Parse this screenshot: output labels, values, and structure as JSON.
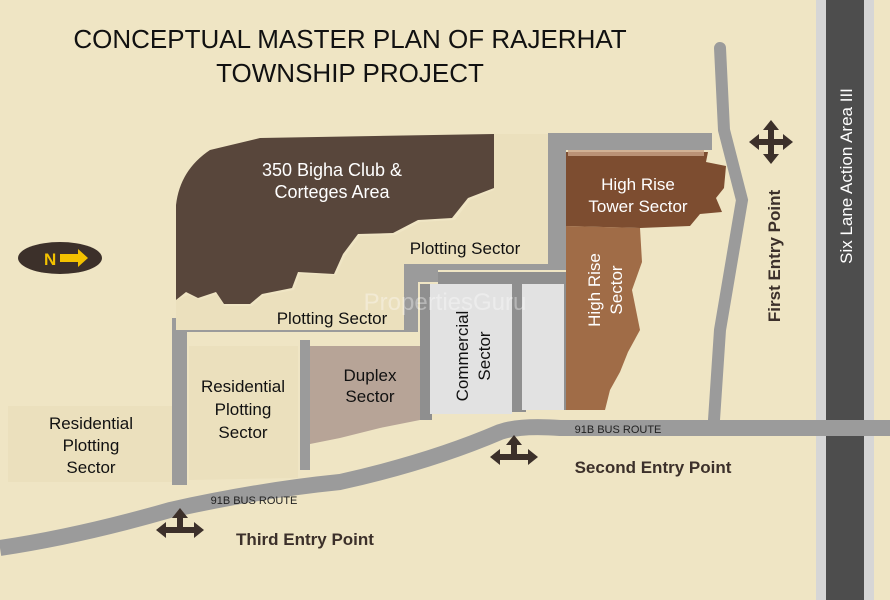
{
  "title": {
    "line1": "CONCEPTUAL MASTER PLAN OF RAJERHAT",
    "line2": "TOWNSHIP PROJECT"
  },
  "sectors": {
    "club": {
      "line1": "350 Bigha Club &",
      "line2": "Corteges Area",
      "color": "#58463b"
    },
    "plotting_upper": {
      "label": "Plotting Sector",
      "color": "#ebe0bd"
    },
    "plotting_lower": {
      "label": "Plotting Sector",
      "color": "#ebe0bd"
    },
    "high_rise_tower": {
      "line1": "High Rise",
      "line2": "Tower Sector",
      "color": "#7d4d30"
    },
    "high_rise": {
      "line1": "High Rise",
      "line2": "Sector",
      "color": "#a06c47"
    },
    "commercial": {
      "line1": "Commercial",
      "line2": "Sector",
      "color": "#e2e2e2"
    },
    "duplex": {
      "line1": "Duplex",
      "line2": "Sector",
      "color": "#b7a497"
    },
    "residential_inner": {
      "line1": "Residential",
      "line2": "Plotting",
      "line3": "Sector",
      "color": "#ebe0bd"
    },
    "residential_outer": {
      "line1": "Residential",
      "line2": "Plotting",
      "line3": "Sector",
      "color": "#ebe0bd"
    }
  },
  "roads": {
    "bus_route_upper": "91B BUS ROUTE",
    "bus_route_lower": "91B BUS ROUTE",
    "six_lane": "Six Lane Action Area III",
    "road_color": "#8f8f8f",
    "highway_color": "#4d4d4d"
  },
  "entry_points": {
    "first": "First Entry Point",
    "second": "Second Entry Point",
    "third": "Third Entry Point"
  },
  "north_badge": {
    "letter": "N"
  },
  "watermark": "PropertiesGuru",
  "icons": [
    "move-arrows-icon",
    "north-arrow-icon"
  ]
}
